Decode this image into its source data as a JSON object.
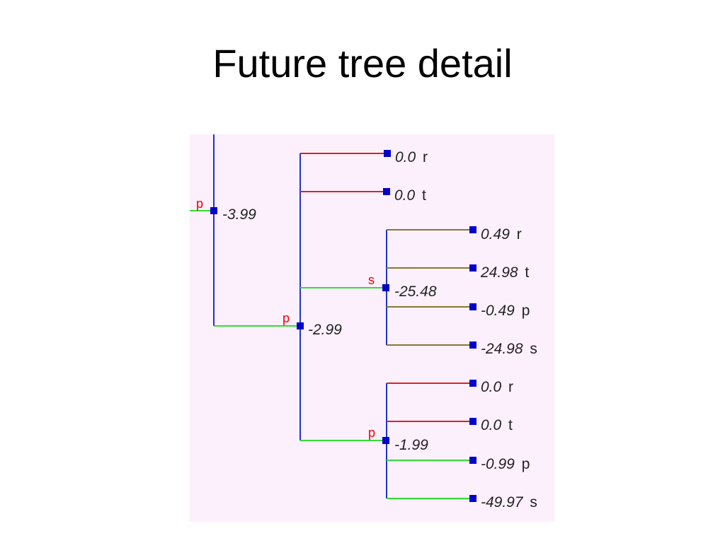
{
  "slide": {
    "title": "Future tree detail"
  },
  "tree": {
    "background": "#fcf0fc",
    "colors": {
      "trunk": "#2233cc",
      "r": "#dd2222",
      "t": "#dd2222",
      "p": "#33dd33",
      "s": "#887733",
      "olive": "#887733",
      "node": "#0000cc",
      "text": "#222222",
      "move_label": "#ee0000"
    },
    "nodes": [
      {
        "id": "n1",
        "move": "p",
        "value": "-3.99"
      },
      {
        "id": "n2",
        "move": "p",
        "value": "-2.99"
      },
      {
        "id": "n3",
        "move": "",
        "value": "0.0",
        "suffix": "r"
      },
      {
        "id": "n4",
        "move": "",
        "value": "0.0",
        "suffix": "t"
      },
      {
        "id": "n5",
        "move": "s",
        "value": "-25.48"
      },
      {
        "id": "n6",
        "move": "",
        "value": "0.49",
        "suffix": "r"
      },
      {
        "id": "n7",
        "move": "",
        "value": "24.98",
        "suffix": "t"
      },
      {
        "id": "n8",
        "move": "",
        "value": "-0.49",
        "suffix": "p"
      },
      {
        "id": "n9",
        "move": "",
        "value": "-24.98",
        "suffix": "s"
      },
      {
        "id": "n10",
        "move": "p",
        "value": "-1.99"
      },
      {
        "id": "n11",
        "move": "",
        "value": "0.0",
        "suffix": "r"
      },
      {
        "id": "n12",
        "move": "",
        "value": "0.0",
        "suffix": "t"
      },
      {
        "id": "n13",
        "move": "",
        "value": "-0.99",
        "suffix": "p"
      },
      {
        "id": "n14",
        "move": "",
        "value": "-49.97",
        "suffix": "s"
      }
    ]
  }
}
